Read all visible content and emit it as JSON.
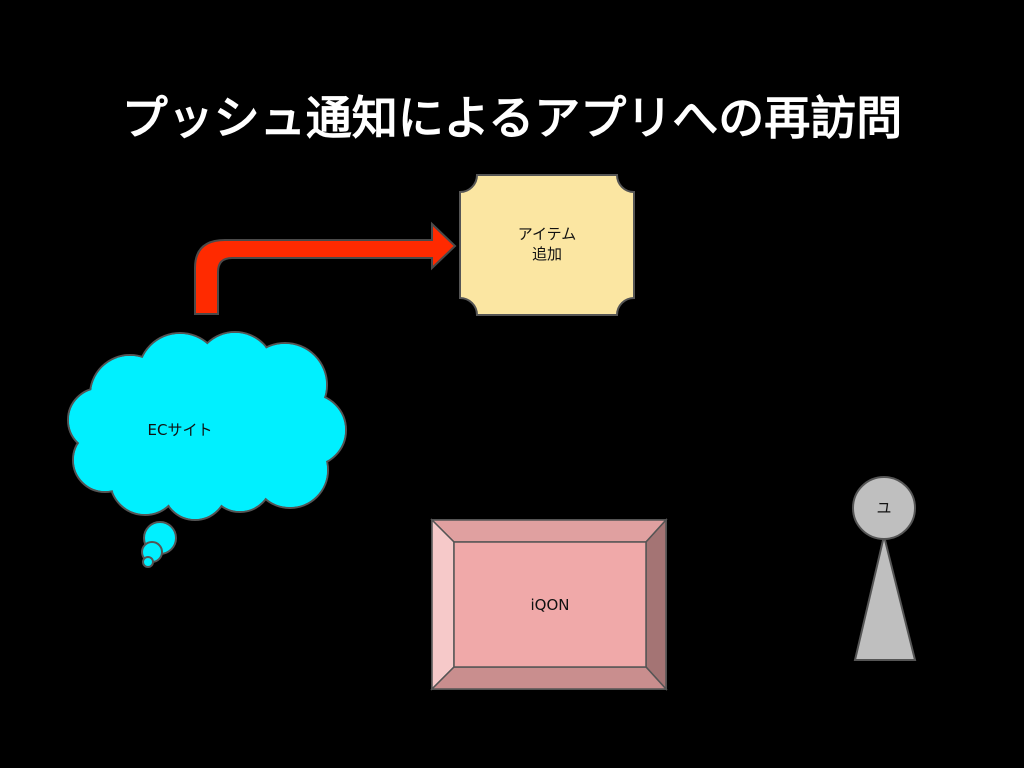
{
  "slide": {
    "title": "プッシュ通知によるアプリへの再訪問"
  },
  "nodes": {
    "ec_site": {
      "label": "ECサイト",
      "color": "#00f0ff"
    },
    "item_added": {
      "label_lines": [
        "アイテム",
        "追加"
      ],
      "color": "#fbe6a2"
    },
    "iqon": {
      "label": "iQON",
      "color": "#f0a9a9"
    },
    "user": {
      "label": "ユ",
      "color": "#bfbfbf"
    }
  },
  "arrow": {
    "color": "#ff2a00"
  }
}
